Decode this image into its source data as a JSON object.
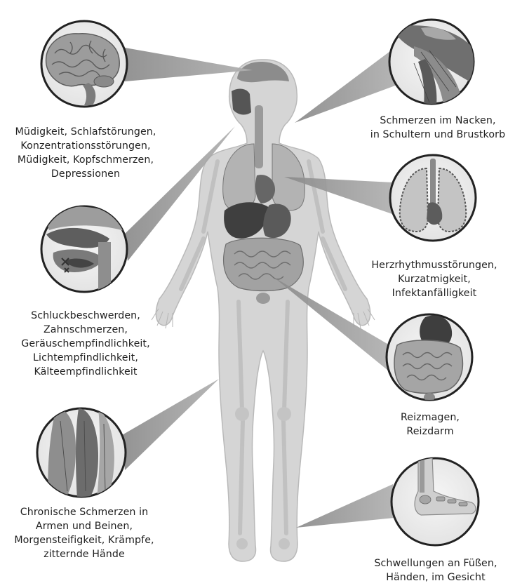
{
  "colors": {
    "body_fill": "#d5d5d5",
    "body_outline": "#b7b7b7",
    "callout_beam": "#9a9a9a",
    "circle_border": "#222222",
    "organ_dark": "#4d4d4d",
    "text": "#1f1f1f"
  },
  "callouts": [
    {
      "id": "brain",
      "icon": "brain-icon",
      "lines": [
        "Müdigkeit, Schlafstörungen,",
        "Konzentrationsstörungen,",
        "Müdigkeit, Kopfschmerzen,",
        "Depressionen"
      ]
    },
    {
      "id": "shoulder",
      "icon": "shoulder-muscle-icon",
      "lines": [
        "Schmerzen im Nacken,",
        "in Schultern und Brustkorb"
      ]
    },
    {
      "id": "head-section",
      "icon": "head-cross-section-icon",
      "lines": [
        "Schluckbeschwerden,",
        "Zahnschmerzen,",
        "Geräuschempfindlichkeit,",
        "Lichtempfindlichkeit,",
        "Kälteempfindlichkeit"
      ]
    },
    {
      "id": "lungs",
      "icon": "lungs-heart-icon",
      "lines": [
        "Herzrhythmusstörungen,",
        "Kurzatmigkeit,",
        "Infektanfälligkeit"
      ]
    },
    {
      "id": "digestive",
      "icon": "stomach-intestines-icon",
      "lines": [
        "Reizmagen,",
        "Reizdarm"
      ]
    },
    {
      "id": "leg-muscles",
      "icon": "leg-muscle-icon",
      "lines": [
        "Chronische Schmerzen in",
        "Armen und Beinen,",
        "Morgensteifigkeit, Krämpfe,",
        "zitternde Hände"
      ]
    },
    {
      "id": "foot",
      "icon": "foot-bones-icon",
      "lines": [
        "Schwellungen an Füßen,",
        "Händen, im Gesicht"
      ]
    }
  ]
}
